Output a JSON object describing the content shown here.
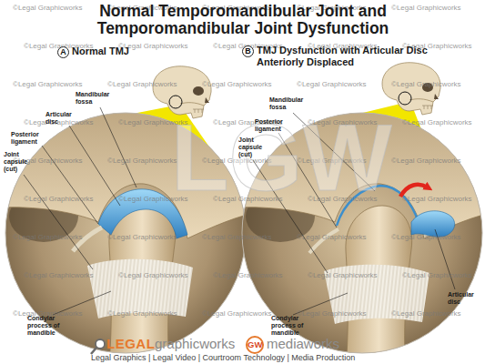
{
  "diagram": {
    "title": "Normal Temporomandibular Joint and Temporomandibular Joint Dysfunction",
    "nodes": [
      {
        "text": [
          "A"
        ]
      },
      {
        "text": [
          "B"
        ]
      },
      {
        "text": [
          "GW"
        ]
      }
    ],
    "labels": [
      "Normal TMJ",
      "TMJ Dysfunction with Articular Disc Anteriorly Displaced",
      "Mandibular fossa",
      "Articular disc",
      "Posterior ligament",
      "Joint capsule (cut)",
      "Condylar process of mandible",
      "Mandibular fossa",
      "Posterior ligament",
      "Joint capsule (cut)",
      "Articular disc",
      "Condylar process of mandible",
      "LGW",
      "LEGAL",
      "graphicworks",
      "mediaworks",
      "Legal Graphics | Legal Video | Courtroom Technology | Media Production",
      "©Legal Graphicworks",
      "©Legal Graphicworks",
      "©Legal Graphicworks",
      "©Legal Graphicworks",
      "©Legal Graphicworks",
      "©Legal Graphicworks",
      "©Legal Graphicworks",
      "©Legal Graphicworks",
      "©Legal Graphicworks",
      "©Legal Graphicworks",
      "©Legal Graphicworks",
      "©Legal Graphicworks",
      "©Legal Graphicworks",
      "©Legal Graphicworks",
      "©Legal Graphicworks",
      "©Legal Graphicworks",
      "©Legal Graphicworks",
      "©Legal Graphicworks",
      "©Legal Graphicworks",
      "©Legal Graphicworks",
      "©Legal Graphicworks",
      "©Legal Graphicworks",
      "©Legal Graphicworks",
      "©Legal Graphicworks",
      "©Legal Graphicworks",
      "©Legal Graphicworks",
      "©Legal Graphicworks",
      "©Legal Graphicworks",
      "©Legal Graphicworks",
      "©Legal Graphicworks",
      "©Legal Graphicworks",
      "©Legal Graphicworks",
      "©Legal Graphicworks",
      "©Legal Graphicworks",
      "©Legal Graphicworks",
      "©Legal Graphicworks",
      "©Legal Graphicworks",
      "©Legal Graphicworks",
      "©Legal Graphicworks",
      "©Legal Graphicworks",
      "©Legal Graphicworks",
      "©Legal Graphicworks",
      "©Legal Graphicworks",
      "©Legal Graphicworks",
      "©Legal Graphicworks"
    ]
  }
}
